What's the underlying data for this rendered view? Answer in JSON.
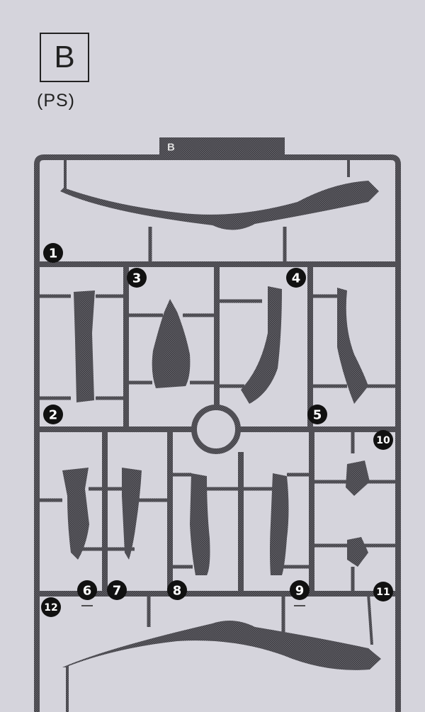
{
  "header": {
    "runner_letter": "B",
    "material": "(PS)"
  },
  "runner": {
    "tab_label": "B",
    "part_numbers": [
      "1",
      "2",
      "3",
      "4",
      "5",
      "6",
      "7",
      "8",
      "9",
      "10",
      "11",
      "12"
    ],
    "underlined_parts": [
      "6",
      "9"
    ]
  },
  "colors": {
    "background": "#d5d4dc",
    "runner": "#55545a",
    "part": "#4a494f",
    "ink": "#222222"
  }
}
